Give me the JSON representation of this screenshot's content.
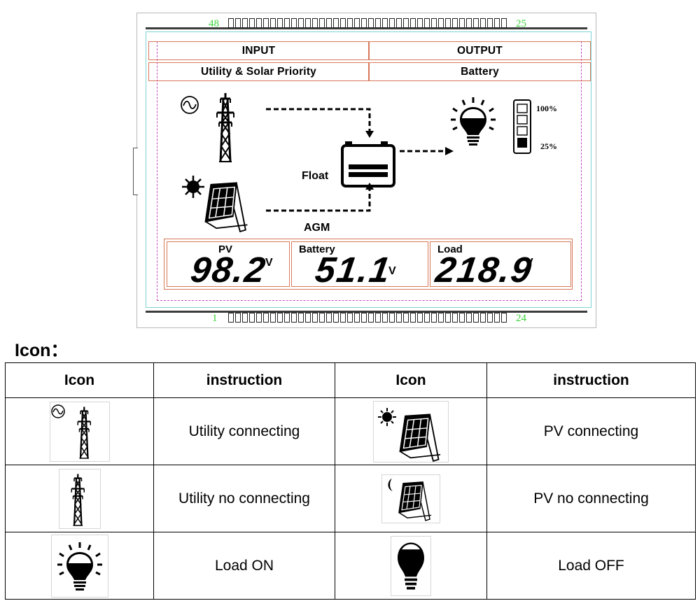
{
  "lcd": {
    "pin_labels": {
      "top_left": "48",
      "top_right": "25",
      "bottom_left": "1",
      "bottom_right": "24"
    },
    "header": {
      "input_label": "INPUT",
      "output_label": "OUTPUT",
      "input_mode": "Utility & Solar Priority",
      "output_mode": "Battery"
    },
    "battery_state": "Float",
    "battery_type": "AGM",
    "battery_levels": {
      "full": "100%",
      "low": "25%"
    },
    "meters": [
      {
        "label": "PV",
        "value": "98.2",
        "unit": "V"
      },
      {
        "label": "Battery",
        "value": "51.1",
        "unit": "V"
      },
      {
        "label": "Load",
        "value": "218.9",
        "unit": "V"
      }
    ]
  },
  "section_title": "Icon：",
  "icon_table": {
    "headers": [
      "Icon",
      "instruction",
      "Icon",
      "instruction"
    ],
    "rows": [
      {
        "left_icon": "utility-connecting-icon",
        "left_text": "Utility connecting",
        "right_icon": "pv-connecting-icon",
        "right_text": "PV connecting"
      },
      {
        "left_icon": "utility-no-connecting-icon",
        "left_text": "Utility no connecting",
        "right_icon": "pv-no-connecting-icon",
        "right_text": "PV no connecting"
      },
      {
        "left_icon": "load-on-icon",
        "left_text": "Load ON",
        "right_icon": "load-off-icon",
        "right_text": "Load OFF"
      }
    ]
  },
  "colors": {
    "frame_orange": "#d8785a",
    "frame_cyan": "#7fd3d3",
    "frame_magenta": "#c34ac3",
    "pin_label_green": "#3ad23a"
  }
}
